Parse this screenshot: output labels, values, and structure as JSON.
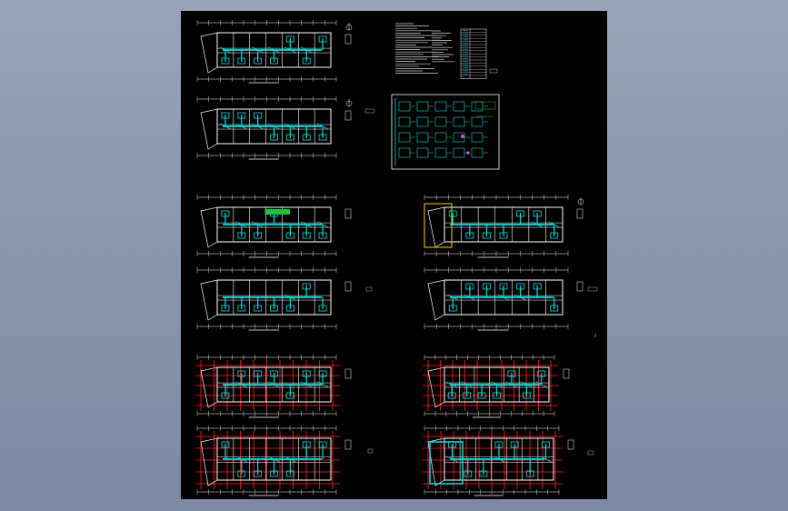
{
  "viewer": {
    "background": "#8794ad",
    "canvas_background": "#000000"
  },
  "drawing_sheet": {
    "colors": {
      "wall": "#ffffff",
      "axis_grid": "#ff2020",
      "duct": "#00e0e0",
      "pipe": "#20c040",
      "frame": "#ffffff",
      "equipment": "#ff40ff",
      "highlight": "#ffd000"
    },
    "plans": [
      {
        "id": "plan-a1",
        "grid": false,
        "north_arrow": true
      },
      {
        "id": "plan-a2",
        "grid": false,
        "north_arrow": true
      },
      {
        "id": "plan-b1",
        "grid": false,
        "north_arrow": false
      },
      {
        "id": "plan-b2",
        "grid": false,
        "north_arrow": false
      },
      {
        "id": "plan-c1",
        "grid": true,
        "north_arrow": false
      },
      {
        "id": "plan-c2",
        "grid": true,
        "north_arrow": false
      },
      {
        "id": "plan-d1",
        "grid": false,
        "north_arrow": true
      },
      {
        "id": "plan-d2",
        "grid": false,
        "north_arrow": false
      },
      {
        "id": "plan-e1",
        "grid": true,
        "north_arrow": false
      },
      {
        "id": "plan-e2",
        "grid": true,
        "north_arrow": false
      }
    ],
    "legend_table": {
      "rows": 16
    },
    "system_diagram": {
      "frame": true
    }
  }
}
